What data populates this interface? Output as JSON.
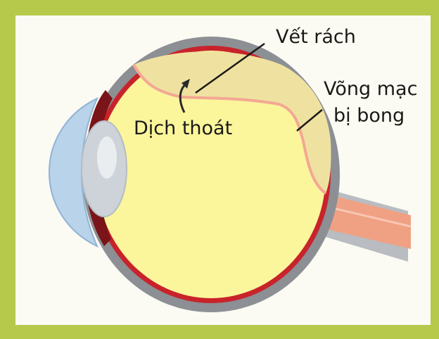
{
  "labels": {
    "tear": "Vết rách",
    "detached_retina_line1": "Võng mạc",
    "detached_retina_line2": "bị bong",
    "fluid_leak": "Dịch thoát"
  },
  "colors": {
    "frame": "#b7c94a",
    "panel": "#fbfaf3",
    "sclera_gray": "#8c8f93",
    "choroid_red": "#c8232b",
    "vitreous_yellow": "#fbf59c",
    "detached_pocket": "#efe2a0",
    "retina_line": "#f3a893",
    "cornea_blue": "#b9d3ea",
    "lens_gray": "#cdd3d8",
    "optic_nerve": "#f0a184"
  }
}
